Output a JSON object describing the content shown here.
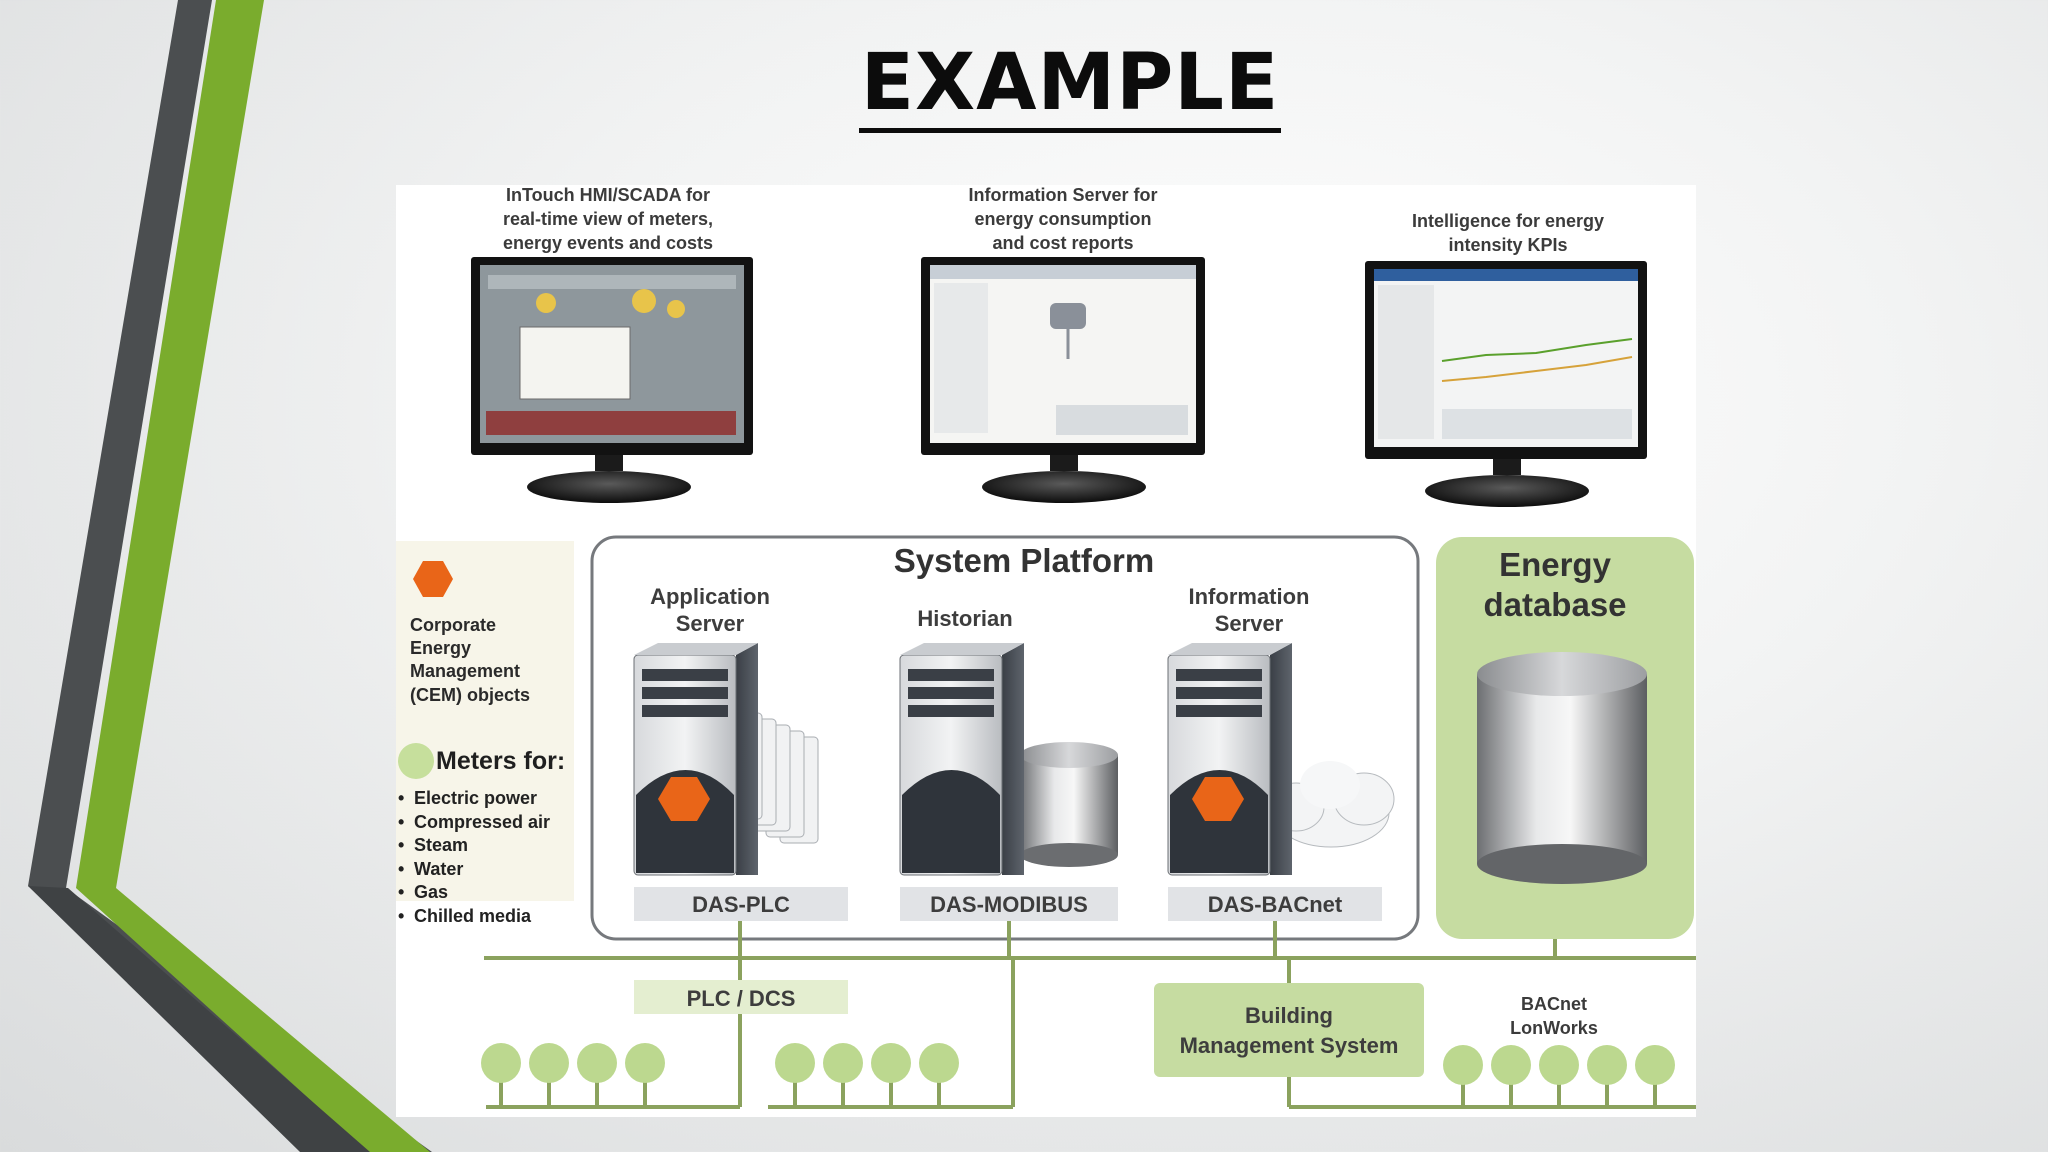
{
  "slide": {
    "title": "EXAMPLE",
    "colors": {
      "accent": "#79ab2c",
      "dark": "#4a4d4f",
      "panel": "#c6dca1",
      "tile": "#e1e3e6",
      "orange": "#e96518",
      "node": "#bcd88f"
    }
  },
  "diagram": {
    "monitors": [
      {
        "caption": [
          "InTouch HMI/SCADA for",
          "real-time view of meters,",
          "energy events and costs"
        ],
        "screen": "scada-screen"
      },
      {
        "caption": [
          "Information Server for",
          "energy consumption",
          "and cost reports"
        ],
        "screen": "report-screen"
      },
      {
        "caption": [
          "Intelligence for energy",
          "intensity KPIs"
        ],
        "screen": "kpi-screen"
      }
    ],
    "legend": {
      "cem": [
        "Corporate",
        "Energy",
        "Management",
        "(CEM) objects"
      ],
      "meters_title": "Meters for:",
      "meters": [
        "Electric power",
        "Compressed air",
        "Steam",
        "Water",
        "Gas",
        "Chilled media"
      ]
    },
    "platform": {
      "title": "System Platform",
      "servers": [
        {
          "label": [
            "Application",
            "Server"
          ],
          "das": "DAS-PLC"
        },
        {
          "label": [
            "Historian"
          ],
          "das": "DAS-MODIBUS"
        },
        {
          "label": [
            "Information",
            "Server"
          ],
          "das": "DAS-BACnet"
        }
      ]
    },
    "database": {
      "title": [
        "Energy",
        "database"
      ]
    },
    "network": {
      "plc": "PLC / DCS",
      "bms": [
        "Building",
        "Management System"
      ],
      "bacnet": [
        "BACnet",
        "LonWorks"
      ]
    }
  }
}
